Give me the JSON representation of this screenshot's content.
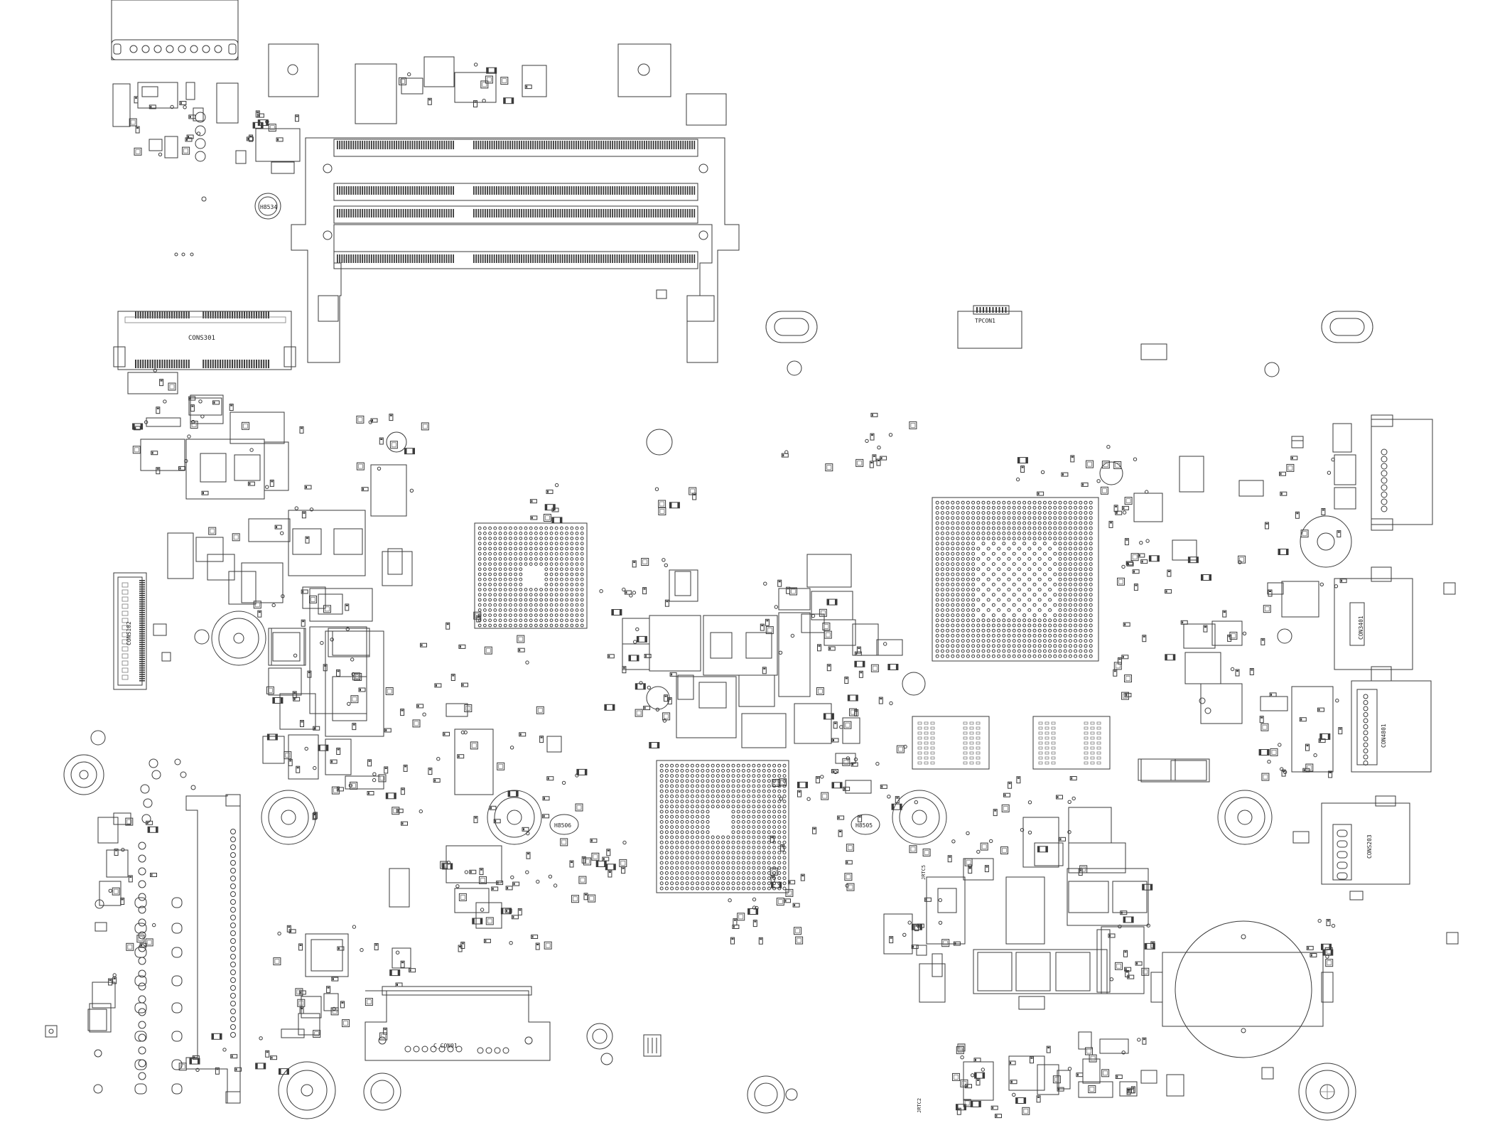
{
  "diagram": {
    "type": "pcb-component-placement",
    "background": "#ffffff",
    "line_color": "#3a3a3a",
    "labels": {
      "h8534": "H8534",
      "cons301": "CONS301",
      "tpcon1": "TPCON1",
      "cons102": "CONS102",
      "h8506": "H8506",
      "h8505": "H8505",
      "con3401": "CON3401",
      "con4801": "CON4801",
      "cons203": "CONS203",
      "con8601": "C_CON01",
      "jrtc5": "JRTC5",
      "jrtc2": "JRTC2"
    }
  }
}
